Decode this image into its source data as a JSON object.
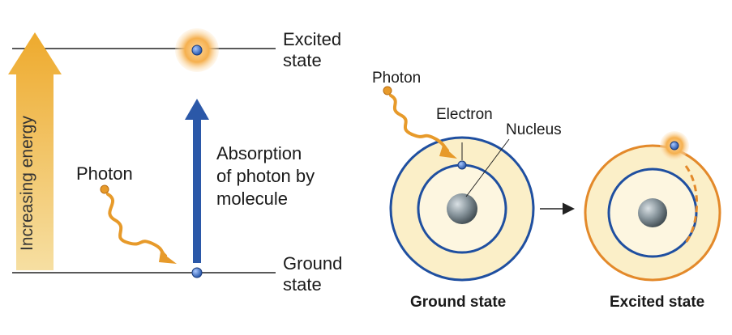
{
  "energy_diagram": {
    "axis_label": "Increasing energy",
    "excited_label": "Excited\nstate",
    "ground_label": "Ground\nstate",
    "photon_label": "Photon",
    "absorption_label": "Absorption\nof photon by\nmolecule"
  },
  "atom_diagram": {
    "photon_label": "Photon",
    "electron_label": "Electron",
    "nucleus_label": "Nucleus",
    "ground_caption": "Ground state",
    "excited_caption": "Excited state"
  },
  "colors": {
    "level_line": "#222222",
    "photon_orange": "#e79a2a",
    "energy_arrow": "#f0c35a",
    "absorption_arrow": "#2b58a8",
    "electron_blue": "#2f68c4",
    "orbit_blue": "#1f4fa0",
    "shell_fill": "#fbefc8",
    "excited_orbit": "#e3892a",
    "nucleus_gray": "#7d8a91"
  }
}
